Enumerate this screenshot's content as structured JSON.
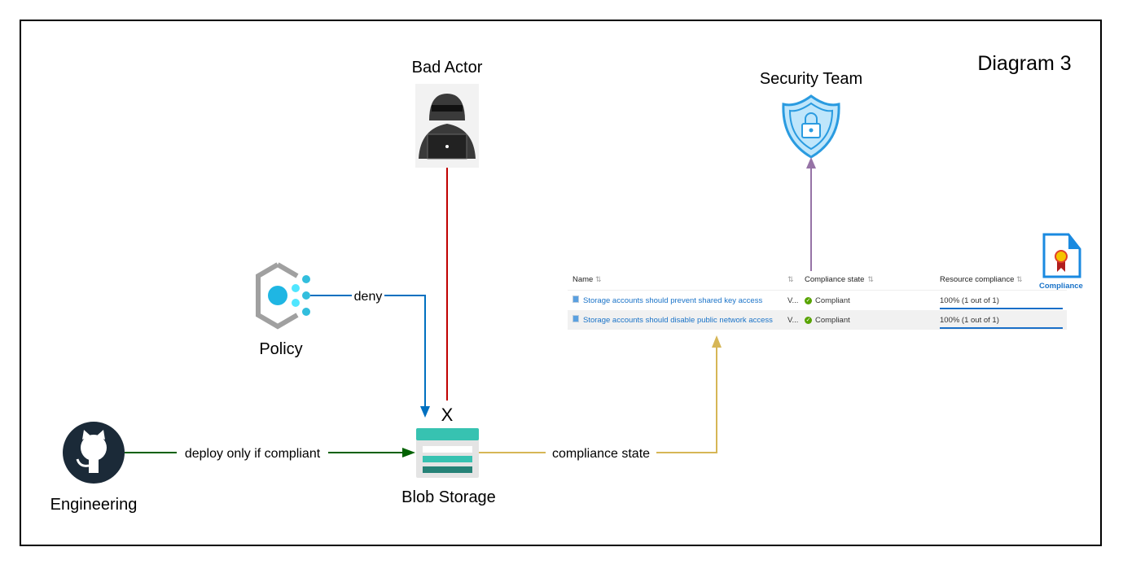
{
  "title": "Diagram 3",
  "nodes": {
    "bad_actor": "Bad Actor",
    "security_team": "Security Team",
    "policy": "Policy",
    "engineering": "Engineering",
    "blob_storage": "Blob Storage",
    "compliance": "Compliance"
  },
  "edges": {
    "deny": "deny",
    "blocked_marker": "X",
    "deploy": "deploy only if compliant",
    "compliance_state": "compliance state"
  },
  "colors": {
    "bad_actor_line": "#c00000",
    "deny_line": "#0070c0",
    "deploy_line": "#006100",
    "compliance_line": "#d6b656",
    "security_line": "#9673a6"
  },
  "table": {
    "headers": {
      "name": "Name",
      "col2": "",
      "state": "Compliance state",
      "resource": "Resource compliance"
    },
    "sort_icon": "⇅",
    "rows": [
      {
        "name": "Storage accounts should prevent shared key access",
        "col2": "V...",
        "state": "Compliant",
        "resource": "100% (1 out of 1)",
        "percent": 100
      },
      {
        "name": "Storage accounts should disable public network access",
        "col2": "V...",
        "state": "Compliant",
        "resource": "100% (1 out of 1)",
        "percent": 100
      }
    ]
  }
}
